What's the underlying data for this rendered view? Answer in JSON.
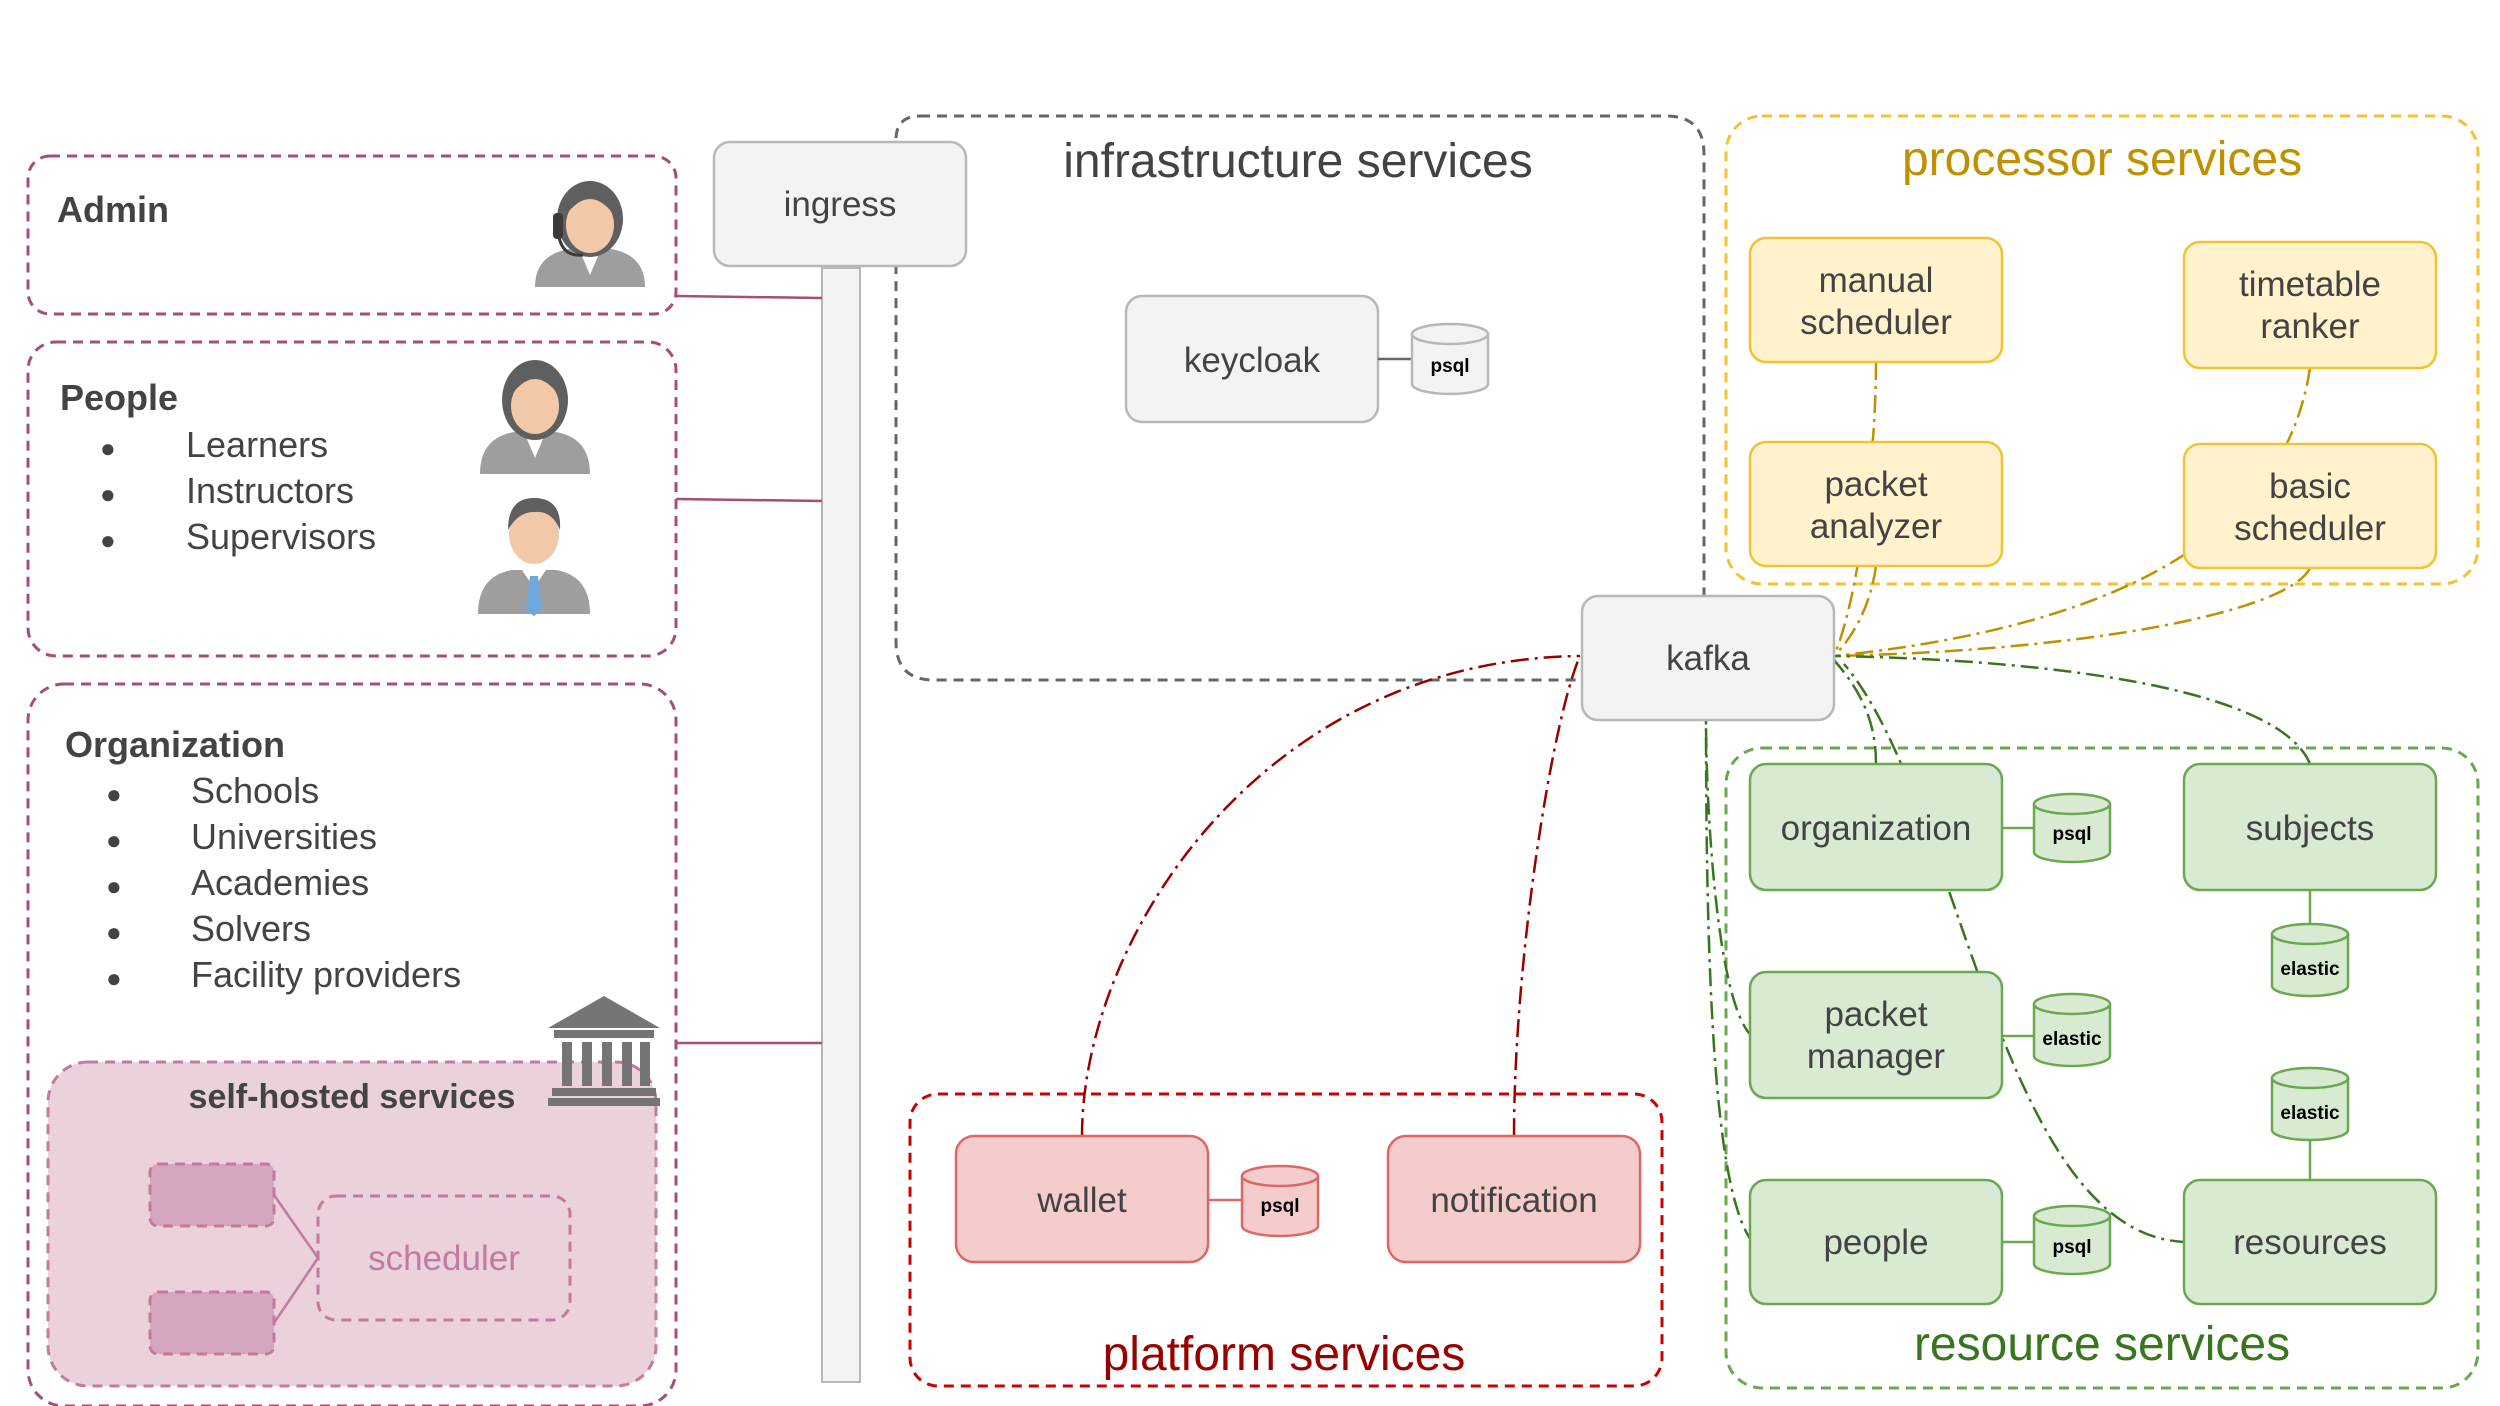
{
  "colors": {
    "infra": "#666666",
    "processor": "#bf9000",
    "processor_border": "#f1c232",
    "processor_fill": "#fff2cc",
    "resource": "#38761d",
    "resource_border": "#6aa84f",
    "resource_fill": "#d9ead3",
    "platform": "#990000",
    "platform_border": "#cc0000",
    "platform_fill": "#f4cccc",
    "user_border": "#a64d79",
    "selfhosted_fill": "#ead1dc",
    "node_gray": "#f3f3f3"
  },
  "groups": {
    "infrastructure": "infrastructure services",
    "processor": "processor services",
    "resource": "resource services",
    "platform": "platform services",
    "self_hosted": "self-hosted services"
  },
  "nodes": {
    "ingress": "ingress",
    "keycloak": "keycloak",
    "kafka": "kafka",
    "manual_scheduler": [
      "manual",
      "scheduler"
    ],
    "timetable_ranker": [
      "timetable",
      "ranker"
    ],
    "packet_analyzer": [
      "packet",
      "analyzer"
    ],
    "basic_scheduler": [
      "basic",
      "scheduler"
    ],
    "organization": "organization",
    "subjects": "subjects",
    "packet_manager": [
      "packet",
      "manager"
    ],
    "people": "people",
    "resources": "resources",
    "wallet": "wallet",
    "notification": "notification",
    "scheduler": "scheduler"
  },
  "databases": {
    "keycloak_db": "psql",
    "organization_db": "psql",
    "subjects_db": "elastic",
    "packet_manager_db": "elastic",
    "resources_db": "elastic",
    "people_db": "psql",
    "wallet_db": "psql"
  },
  "users": {
    "admin": {
      "title": "Admin",
      "icon": "female-support-agent-icon"
    },
    "people": {
      "title": "People",
      "items": [
        "Learners",
        "Instructors",
        "Supervisors"
      ],
      "icons": [
        "businesswoman-icon",
        "businessman-icon"
      ]
    },
    "organization": {
      "title": "Organization",
      "items": [
        "Schools",
        "Universities",
        "Academies",
        "Solvers",
        "Facility providers"
      ],
      "icon": "institution-building-icon"
    }
  },
  "bullet": "●"
}
